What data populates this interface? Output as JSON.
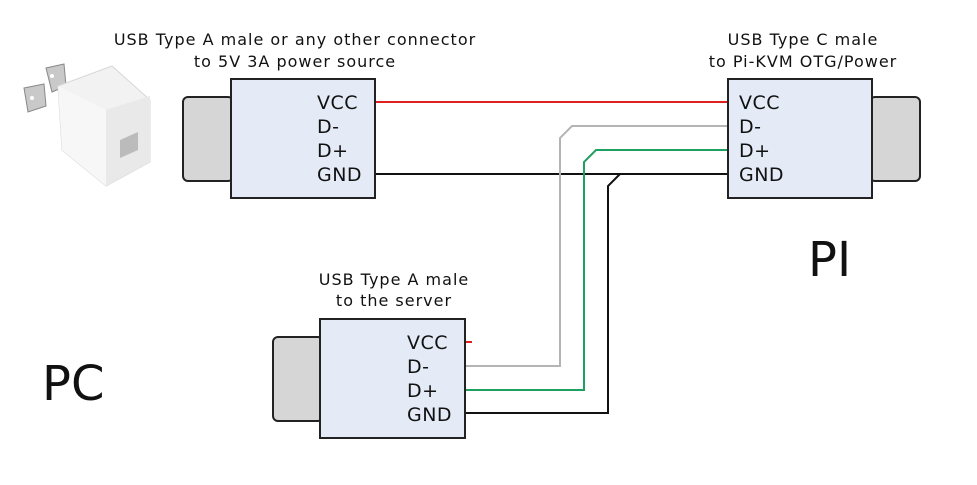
{
  "diagram": {
    "connectors": {
      "power": {
        "caption": [
          "USB Type A male or any other connector",
          "to 5V 3A power source"
        ],
        "pins": [
          "VCC",
          "D-",
          "D+",
          "GND"
        ]
      },
      "pi": {
        "caption": [
          "USB Type C male",
          "to Pi-KVM OTG/Power"
        ],
        "pins": [
          "VCC",
          "D-",
          "D+",
          "GND"
        ]
      },
      "server": {
        "caption": [
          "USB Type A male",
          "to the server"
        ],
        "pins": [
          "VCC",
          "D-",
          "D+",
          "GND"
        ]
      }
    },
    "labels": {
      "pc": "PC",
      "pi": "PI"
    },
    "wire_colors": {
      "vcc": "#e02020",
      "dminus": "#b4b4b4",
      "dplus": "#1fa060",
      "gnd": "#111111"
    },
    "box_fill": "#e4ebf6",
    "plug_fill": "#d6d6d6"
  }
}
